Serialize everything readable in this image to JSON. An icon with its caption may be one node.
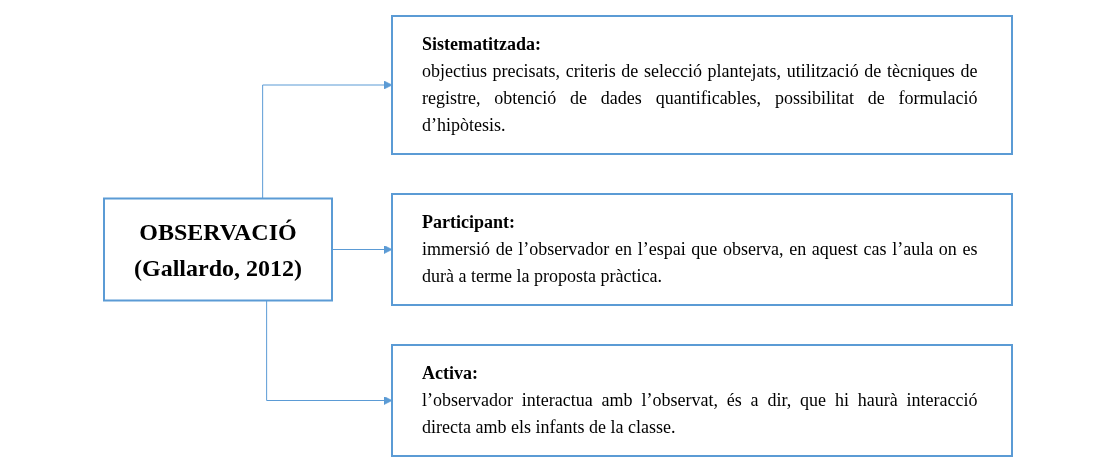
{
  "diagram": {
    "nodes": [
      {
        "text": [
          "OBSERVACIÓ",
          "(Gallardo, 2012)"
        ]
      },
      {
        "text": [
          "Sistematitzada:",
          "objectius precisats, criteris de selecció plantejats, utilització de tècniques de registre, obtenció de dades quantificables, possibilitat de formulació d’hipòtesis."
        ]
      },
      {
        "text": [
          "Participant:",
          "immersió de l’observador en l’espai que observa, en aquest cas l’aula on es durà a terme la proposta pràctica."
        ]
      },
      {
        "text": [
          "Activa:",
          "l’observador interactua amb l’observat, és a dir, que hi haurà interacció directa amb els infants de la classe."
        ]
      }
    ],
    "edges": [
      {
        "from": 0,
        "to": 1,
        "arrow": "to"
      },
      {
        "from": 0,
        "to": 2,
        "arrow": "to"
      },
      {
        "from": 0,
        "to": 3,
        "arrow": "to"
      }
    ]
  }
}
